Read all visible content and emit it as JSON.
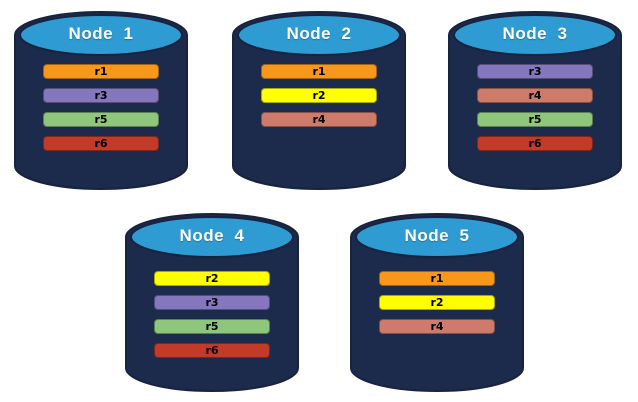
{
  "colors": {
    "background": "#FFFFFF",
    "cylinder_body": "#1C2A4B",
    "cylinder_outline": "#18233F",
    "cylinder_top": "#2E9BD2",
    "title_text": "#FFFFFF",
    "bar_text": "#000000",
    "replica_palette": {
      "r1": "#F8981B",
      "r2": "#FFFF00",
      "r3": "#8577BE",
      "r4": "#CE7B6B",
      "r5": "#8EC77C",
      "r6": "#C43A28"
    }
  },
  "nodes": [
    {
      "label": "Node  1",
      "replicas": [
        {
          "label": "r1",
          "color": "#F8981B"
        },
        {
          "label": "r3",
          "color": "#8577BE"
        },
        {
          "label": "r5",
          "color": "#8EC77C"
        },
        {
          "label": "r6",
          "color": "#C43A28"
        }
      ]
    },
    {
      "label": "Node  2",
      "replicas": [
        {
          "label": "r1",
          "color": "#F8981B"
        },
        {
          "label": "r2",
          "color": "#FFFF00"
        },
        {
          "label": "r4",
          "color": "#CE7B6B"
        }
      ]
    },
    {
      "label": "Node  3",
      "replicas": [
        {
          "label": "r3",
          "color": "#8577BE"
        },
        {
          "label": "r4",
          "color": "#CE7B6B"
        },
        {
          "label": "r5",
          "color": "#8EC77C"
        },
        {
          "label": "r6",
          "color": "#C43A28"
        }
      ]
    },
    {
      "label": "Node  4",
      "replicas": [
        {
          "label": "r2",
          "color": "#FFFF00"
        },
        {
          "label": "r3",
          "color": "#8577BE"
        },
        {
          "label": "r5",
          "color": "#8EC77C"
        },
        {
          "label": "r6",
          "color": "#C43A28"
        }
      ]
    },
    {
      "label": "Node  5",
      "replicas": [
        {
          "label": "r1",
          "color": "#F8981B"
        },
        {
          "label": "r2",
          "color": "#FFFF00"
        },
        {
          "label": "r4",
          "color": "#CE7B6B"
        }
      ]
    }
  ]
}
